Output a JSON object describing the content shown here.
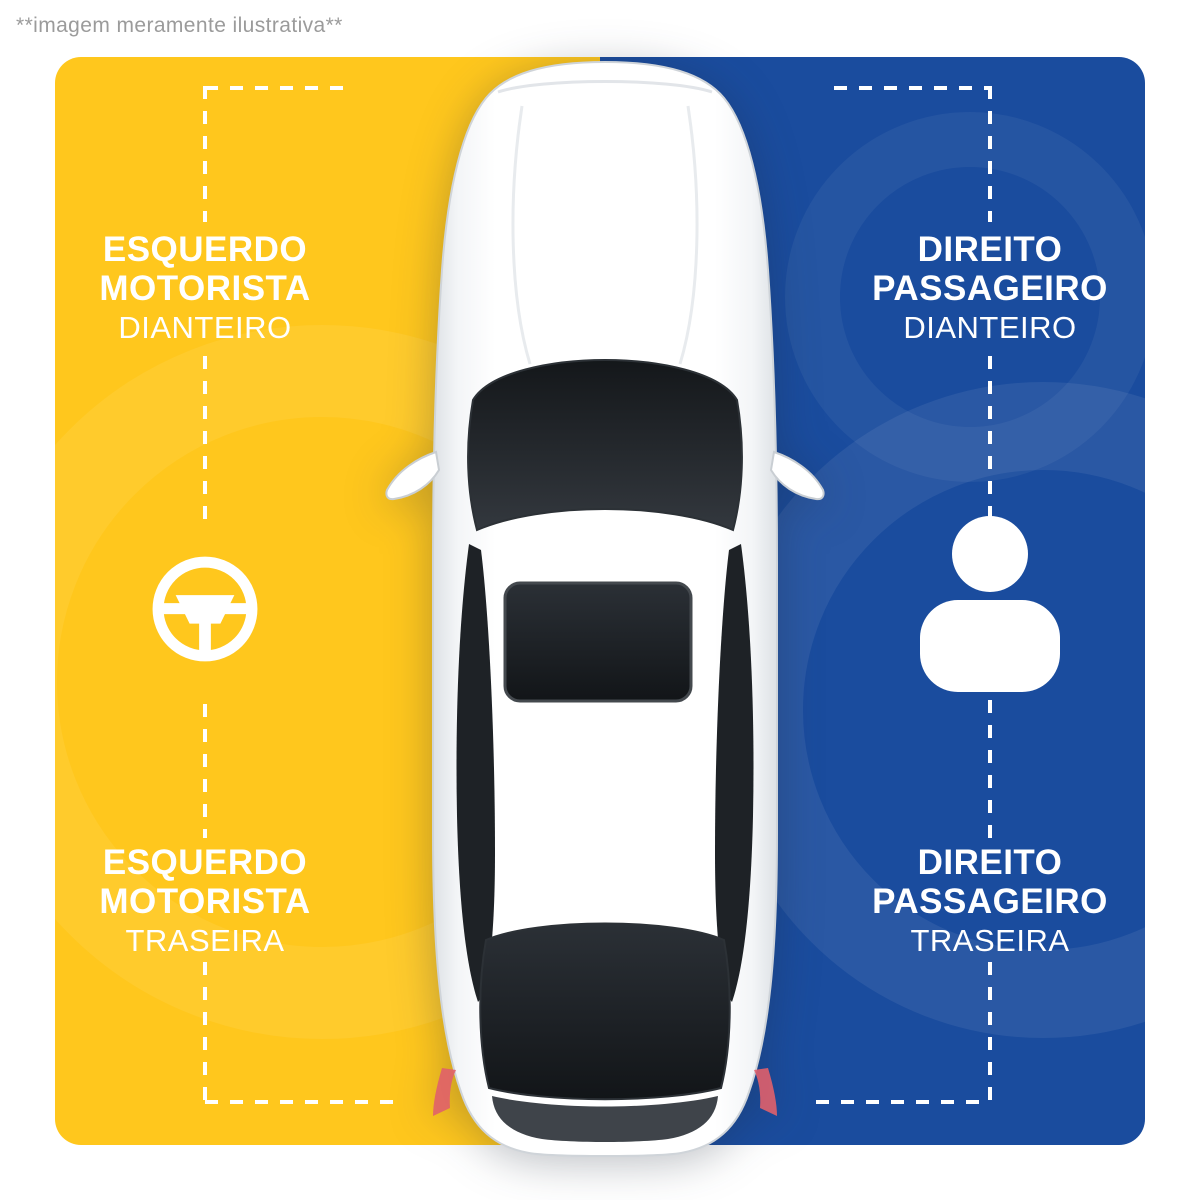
{
  "disclaimer": "**imagem meramente ilustrativa**",
  "colors": {
    "left_panel": "#FFC71D",
    "right_panel": "#1A4C9E",
    "label_text": "#FFFFFF",
    "disclaimer_text": "#9B9B9B",
    "dashed_guides": "#FFFFFF"
  },
  "icons": {
    "left": "steering-wheel",
    "right": "person",
    "center_illustration": "car-top-view-white-sedan"
  },
  "left_panel": {
    "front_label": {
      "line1": "ESQUERDO",
      "line2": "MOTORISTA",
      "line3": "DIANTEIRO"
    },
    "rear_label": {
      "line1": "ESQUERDO",
      "line2": "MOTORISTA",
      "line3": "TRASEIRA"
    }
  },
  "right_panel": {
    "front_label": {
      "line1": "DIREITO",
      "line2": "PASSAGEIRO",
      "line3": "DIANTEIRO"
    },
    "rear_label": {
      "line1": "DIREITO",
      "line2": "PASSAGEIRO",
      "line3": "TRASEIRA"
    }
  }
}
